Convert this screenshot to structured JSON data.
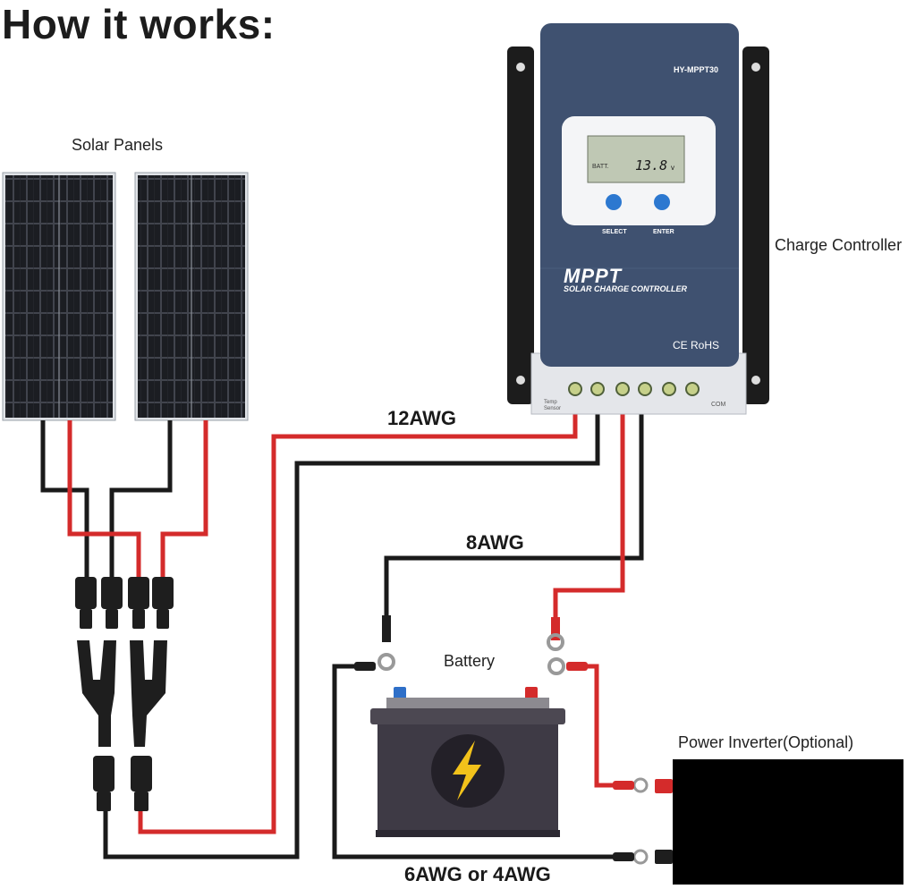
{
  "title": "How it works:",
  "labels": {
    "solar_panels": "Solar Panels",
    "charge_controller": "Charge Controller",
    "battery": "Battery",
    "power_inverter": "Power Inverter(Optional)"
  },
  "wires": {
    "panel_to_controller": "12AWG",
    "controller_to_battery": "8AWG",
    "battery_to_inverter": "6AWG or 4AWG"
  },
  "controller": {
    "model": "HY-MPPT30",
    "display_value": "13.8",
    "display_unit": "v",
    "display_batt": "BATT.",
    "button_select": "SELECT",
    "button_enter": "ENTER",
    "brand": "MPPT",
    "subtitle": "SOLAR CHARGE CONTROLLER",
    "cert": "CE RoHS",
    "terminal_left": "Temp Sensor",
    "terminal_right": "COM"
  },
  "colors": {
    "positive_wire": "#d42b2b",
    "negative_wire": "#1a1a1a",
    "controller_panel": "#3f5170",
    "battery_body": "#3e3a45",
    "battery_positive": "#d42b2b",
    "battery_negative": "#2e6fc8",
    "bolt": "#f2c21b"
  }
}
